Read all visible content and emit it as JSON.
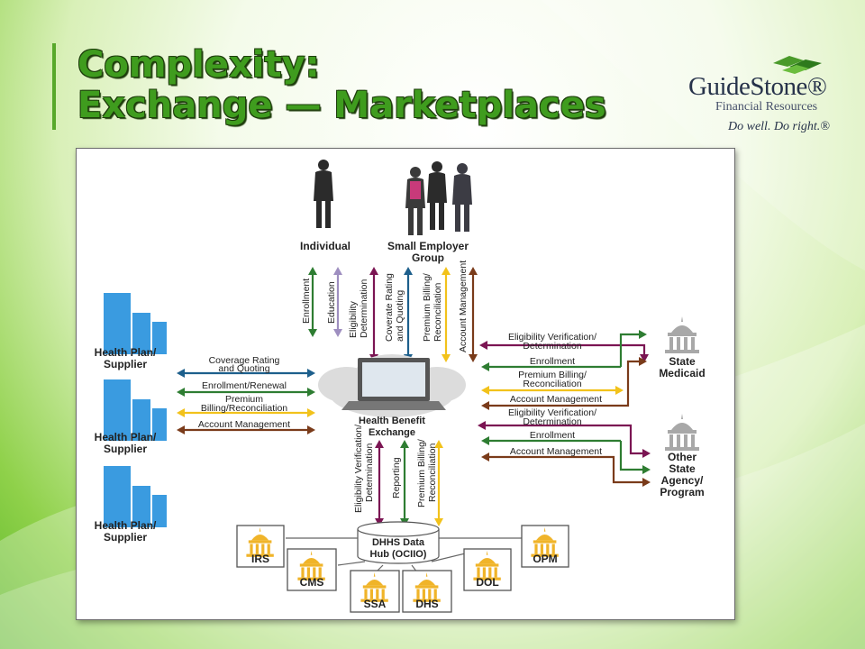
{
  "slide": {
    "title_line1": "Complexity:",
    "title_line2": "Exchange — Marketplaces"
  },
  "logo": {
    "name": "GuideStone®",
    "subtitle": "Financial Resources",
    "tagline": "Do well. Do right.®"
  },
  "diagram": {
    "top_nodes": {
      "individual": "Individual",
      "small_employer_1": "Small Employer",
      "small_employer_2": "Group"
    },
    "top_arrows": [
      {
        "label1": "Enrollment",
        "label2": "",
        "color": "#2e7d32"
      },
      {
        "label1": "Education",
        "label2": "",
        "color": "#9e8ec0"
      },
      {
        "label1": "Eligibility",
        "label2": "Determination",
        "color": "#7b1553"
      },
      {
        "label1": "Coverate Rating",
        "label2": "and Quoting",
        "color": "#1d5f8c"
      },
      {
        "label1": "Premium Billing/",
        "label2": "Reconciliation",
        "color": "#f2c21b"
      },
      {
        "label1": "Account Management",
        "label2": "",
        "color": "#7a3b1a"
      }
    ],
    "center": {
      "line1": "Health Benefit",
      "line2": "Exchange"
    },
    "health_plans": [
      {
        "line1": "Health Plan/",
        "line2": "Supplier"
      },
      {
        "line1": "Health Plan/",
        "line2": "Supplier"
      },
      {
        "line1": "Health Plan/",
        "line2": "Supplier"
      }
    ],
    "left_arrows": [
      {
        "label1": "Coverage Rating",
        "label2": "and Quoting",
        "color": "#1d5f8c"
      },
      {
        "label1": "Enrollment/Renewal",
        "label2": "",
        "color": "#2e7d32"
      },
      {
        "label1": "Premium",
        "label2": "Billing/Reconciliation",
        "color": "#f2c21b"
      },
      {
        "label1": "Account Management",
        "label2": "",
        "color": "#7a3b1a"
      }
    ],
    "right_arrows": [
      {
        "label1": "Eligibility Verification/",
        "label2": "Determination",
        "color": "#7b1553"
      },
      {
        "label1": "Enrollment",
        "label2": "",
        "color": "#2e7d32"
      },
      {
        "label1": "Premium Billing/",
        "label2": "Reconciliation",
        "color": "#f2c21b"
      },
      {
        "label1": "Account Management",
        "label2": "",
        "color": "#7a3b1a"
      },
      {
        "label1": "Eligibility Verification/",
        "label2": "Determination",
        "color": "#7b1553"
      },
      {
        "label1": "Enrollment",
        "label2": "",
        "color": "#2e7d32"
      },
      {
        "label1": "Account Management",
        "label2": "",
        "color": "#7a3b1a"
      }
    ],
    "state_medicaid": {
      "line1": "State",
      "line2": "Medicaid"
    },
    "other_state": {
      "line1": "Other",
      "line2": "State",
      "line3": "Agency/",
      "line4": "Program"
    },
    "bottom_arrows": [
      {
        "label1": "Eligibility Verification/",
        "label2": "Determination",
        "color": "#7b1553"
      },
      {
        "label1": "Reporting",
        "label2": "",
        "color": "#2e7d32"
      },
      {
        "label1": "Premium Billing/",
        "label2": "Reconciliation",
        "color": "#f2c21b"
      }
    ],
    "hub": {
      "line1": "DHHS Data",
      "line2": "Hub (OCIIO)"
    },
    "agencies": [
      "IRS",
      "CMS",
      "SSA",
      "DHS",
      "DOL",
      "OPM"
    ]
  }
}
